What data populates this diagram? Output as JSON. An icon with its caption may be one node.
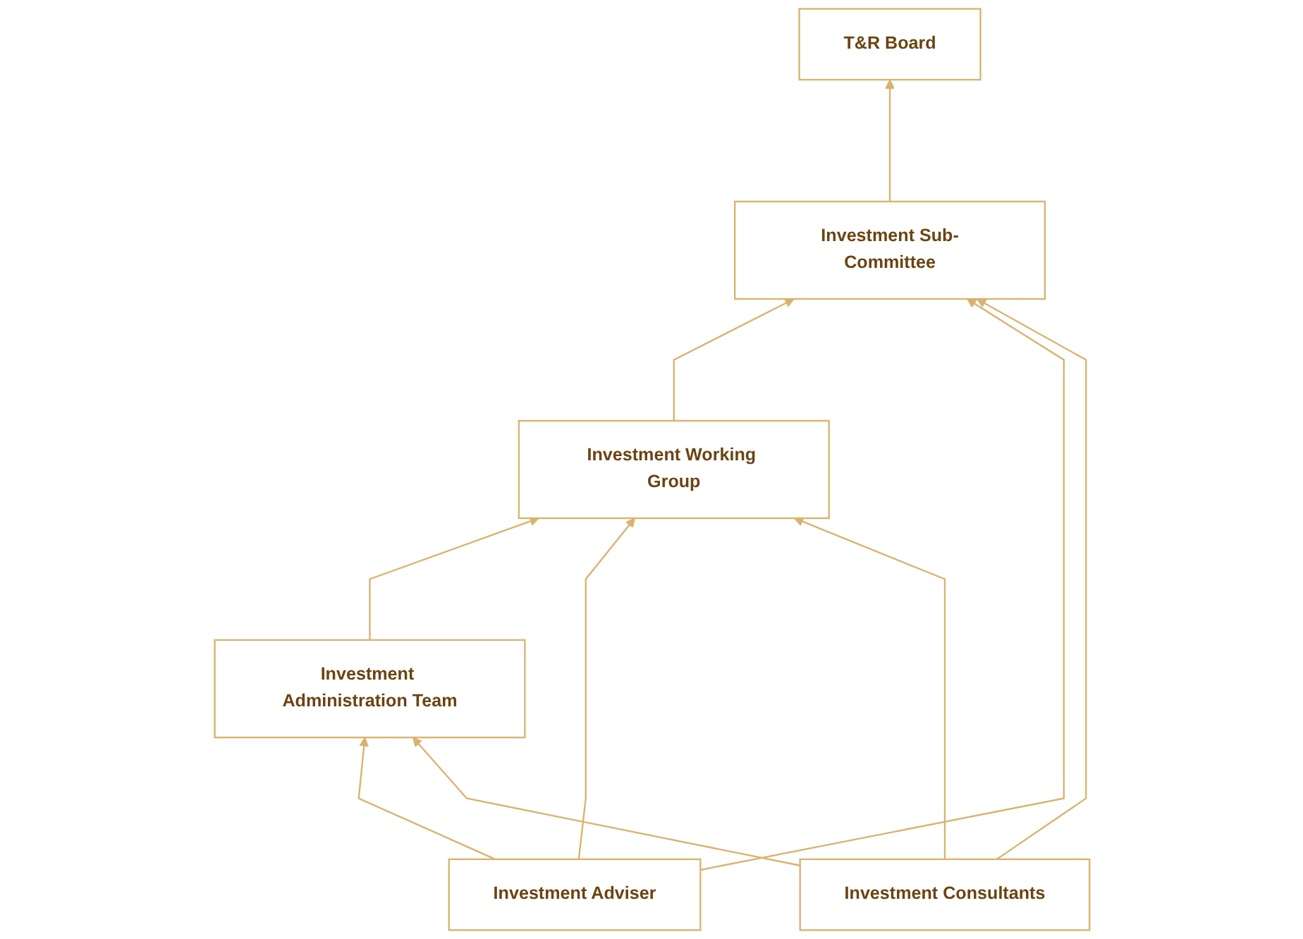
{
  "diagram": {
    "nodes": [
      {
        "text": [
          "T&R Board"
        ]
      },
      {
        "text": [
          "Investment Sub-Committee"
        ]
      },
      {
        "text": [
          "Investment Adviser"
        ]
      },
      {
        "text": [
          "Investment Working Group"
        ]
      },
      {
        "text": [
          "Investment Consultants"
        ]
      },
      {
        "text": [
          "Investment Administration Team"
        ]
      }
    ],
    "edges": [
      {
        "from": 1,
        "to": 0,
        "arrow": "to"
      },
      {
        "from": 3,
        "to": 1,
        "arrow": "to"
      },
      {
        "from": 5,
        "to": 3,
        "arrow": "to"
      },
      {
        "from": 2,
        "to": 1,
        "arrow": "to"
      },
      {
        "from": 2,
        "to": 3,
        "arrow": "to"
      },
      {
        "from": 2,
        "to": 5,
        "arrow": "to"
      },
      {
        "from": 4,
        "to": 1,
        "arrow": "to"
      },
      {
        "from": 4,
        "to": 3,
        "arrow": "to"
      },
      {
        "from": 4,
        "to": 5,
        "arrow": "to"
      }
    ]
  }
}
